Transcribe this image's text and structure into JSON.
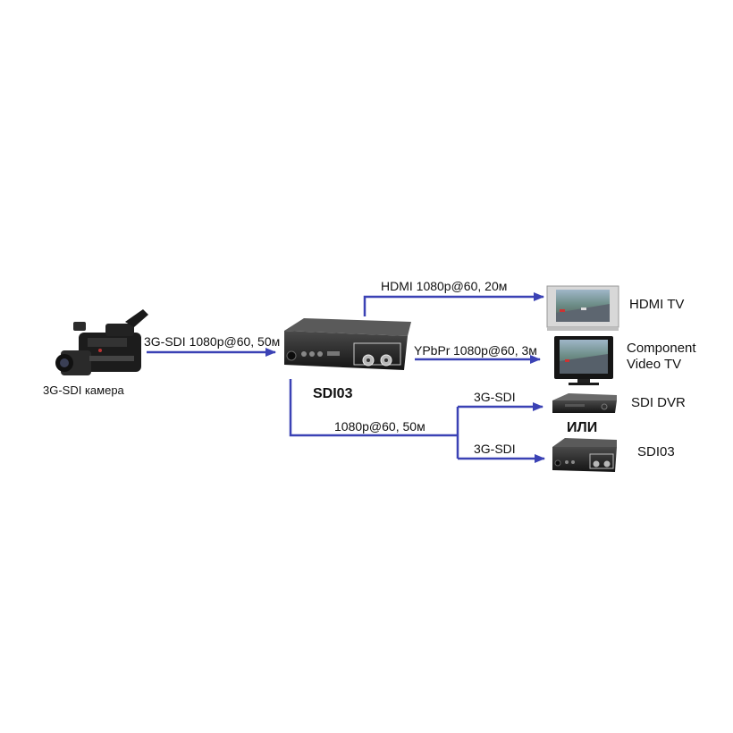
{
  "camera": {
    "caption": "3G-SDI камера"
  },
  "links": {
    "camera_to_sdi03": "3G-SDI  1080p@60, 50м",
    "hdmi": "HDMI  1080p@60,  20м",
    "ypbpr_name": "YPbPr",
    "ypbpr_spec": "1080p@60, 3м",
    "sdi_loop": "1080p@60, 50м",
    "sdi_out_1": "3G-SDI",
    "sdi_out_2": "3G-SDI"
  },
  "converter": {
    "caption": "SDI03"
  },
  "devices": {
    "hdmi_tv": "HDMI TV",
    "component_tv_line1": "Component",
    "component_tv_line2": "Video TV",
    "sdi_dvr": "SDI DVR",
    "sdi03_out": "SDI03"
  },
  "or_text": "ИЛИ",
  "colors": {
    "arrow": "#3b42b5"
  }
}
